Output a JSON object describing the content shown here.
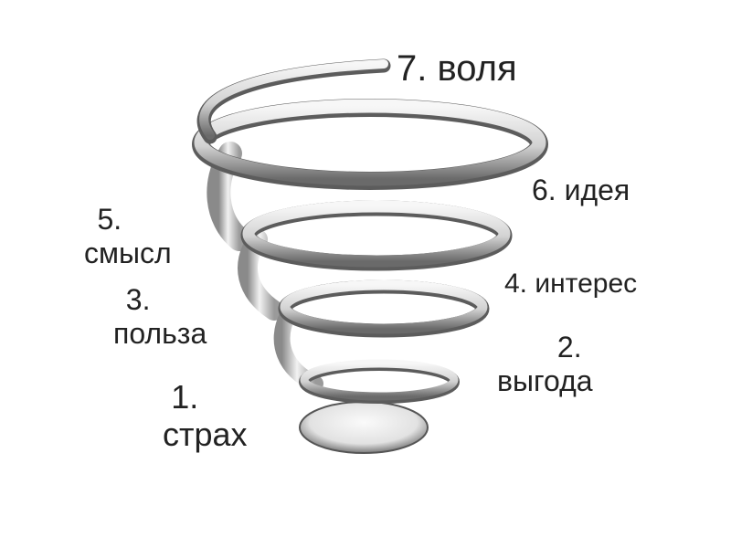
{
  "diagram": {
    "levels": [
      {
        "number": "1.",
        "word": "страх"
      },
      {
        "number": "2.",
        "word": "выгода"
      },
      {
        "number": "3.",
        "word": "польза"
      },
      {
        "number": "4.",
        "text": "4. интерес"
      },
      {
        "number": "5.",
        "word": "смысл"
      },
      {
        "number": "6.",
        "text": "6. идея"
      },
      {
        "number": "7.",
        "text": "7. воля"
      }
    ],
    "colors": {
      "ribbon_light": "#f4f4f4",
      "ribbon_mid": "#c8c8c8",
      "ribbon_dark": "#5a5a5a",
      "text": "#222222"
    }
  }
}
